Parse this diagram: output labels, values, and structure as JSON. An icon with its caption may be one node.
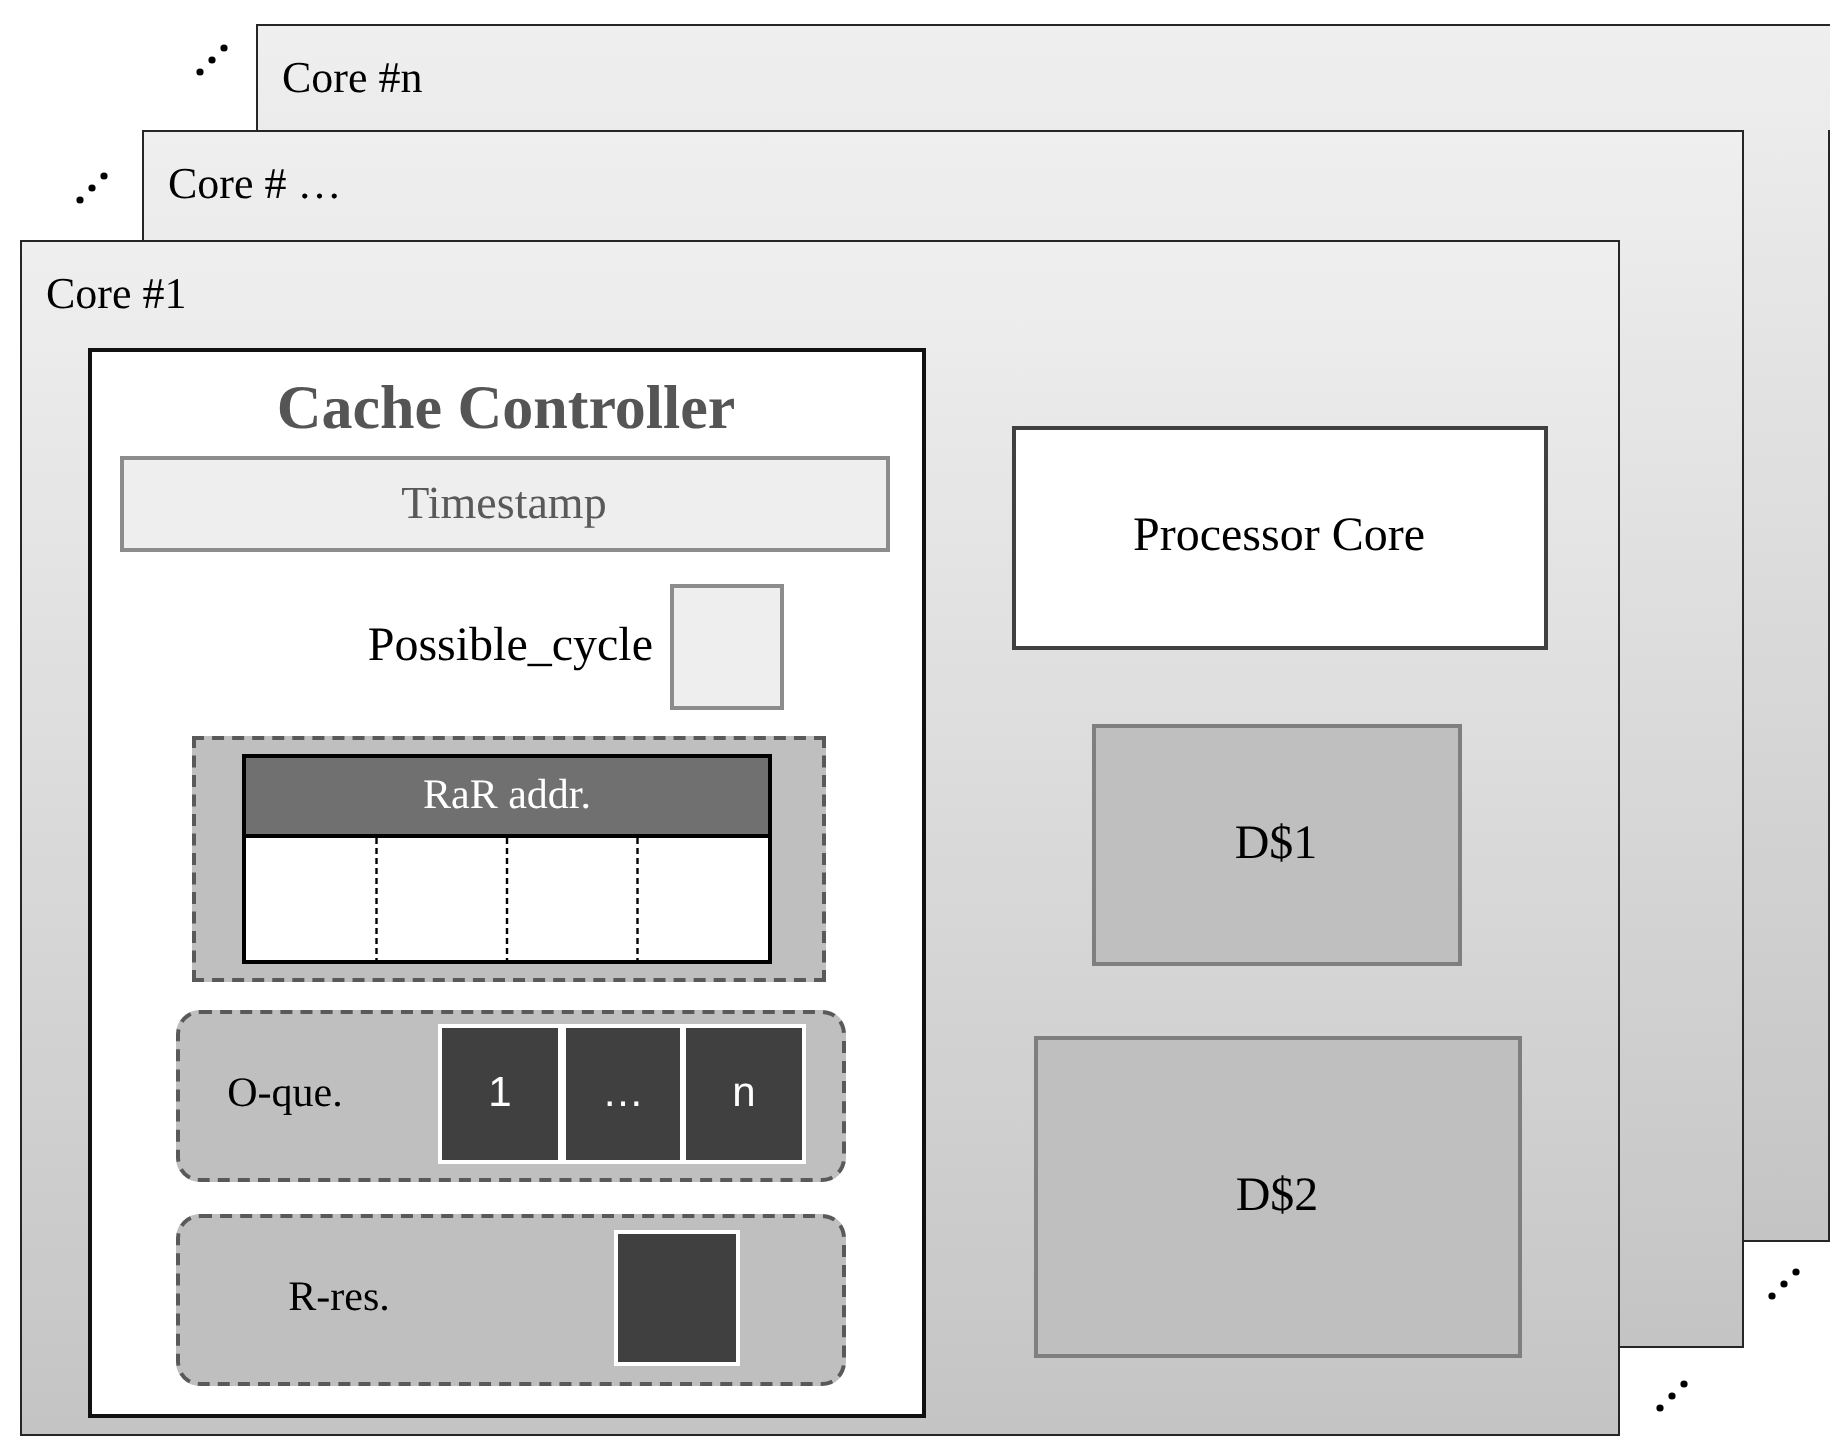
{
  "diagram": {
    "nodes": [
      {
        "text": [
          "Core #n"
        ]
      },
      {
        "text": [
          "Core # …"
        ]
      },
      {
        "text": [
          "Core #1"
        ]
      },
      {
        "text": [
          "Cache Controller"
        ],
        "in": 2
      },
      {
        "text": [
          "Timestamp"
        ],
        "in": 3
      },
      {
        "text": [],
        "shape": "box",
        "in": 3,
        "beside": [
          "Possible_cycle"
        ]
      },
      {
        "text": [],
        "shape": "box",
        "in": 3
      },
      {
        "text": [
          "RaR addr."
        ],
        "in": 6
      },
      {
        "text": [
          "O-que."
        ],
        "in": 3
      },
      {
        "text": [
          "1"
        ],
        "in": 8
      },
      {
        "text": [
          "…"
        ],
        "in": 8
      },
      {
        "text": [
          "n"
        ],
        "in": 8
      },
      {
        "text": [
          "R-res."
        ],
        "in": 3
      },
      {
        "text": [],
        "shape": "box",
        "in": 12
      },
      {
        "text": [
          "Processor Core"
        ],
        "in": 2
      },
      {
        "text": [
          "D$1"
        ],
        "in": 2
      },
      {
        "text": [
          "D$2"
        ],
        "in": 2
      }
    ]
  }
}
